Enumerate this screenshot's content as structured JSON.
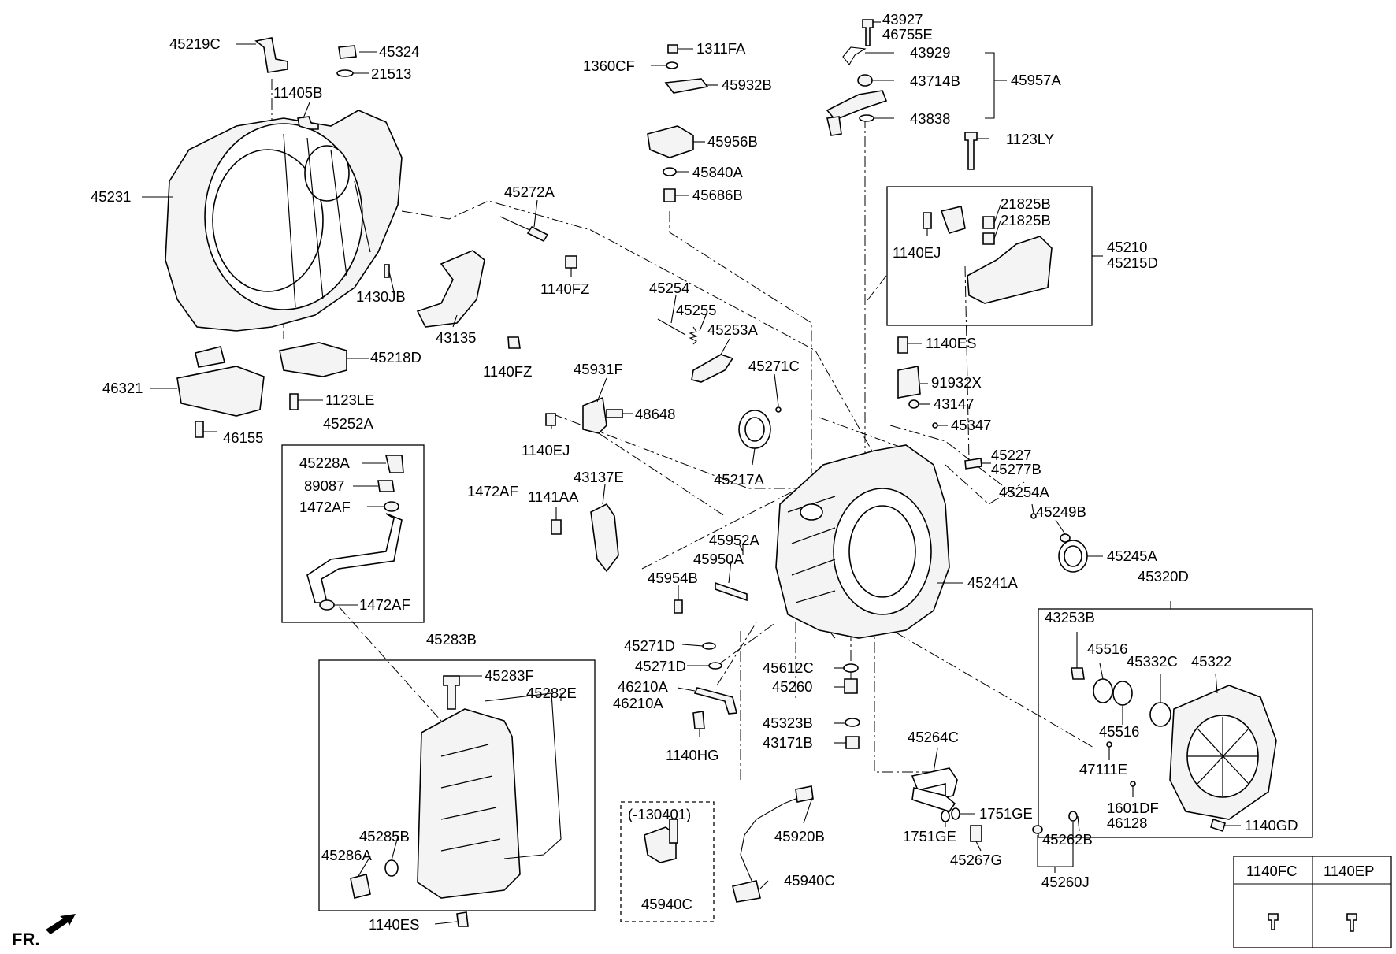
{
  "labels": {
    "l45219C": "45219C",
    "l45324": "45324",
    "l21513": "21513",
    "l11405B": "11405B",
    "l45231": "45231",
    "l45272A": "45272A",
    "l1140FZ_a": "1140FZ",
    "l1430JB": "1430JB",
    "l43135": "43135",
    "l1140FZ_b": "1140FZ",
    "l45218D": "45218D",
    "l46321": "46321",
    "l1123LE": "1123LE",
    "l46155": "46155",
    "l45252A": "45252A",
    "l45228A": "45228A",
    "l89087": "89087",
    "l1472AF_a": "1472AF",
    "l1472AF_b": "1472AF",
    "l1472AF_c": "1472AF",
    "l45283B": "45283B",
    "l45283F": "45283F",
    "l45282E": "45282E",
    "l45285B": "45285B",
    "l45286A": "45286A",
    "l1140ES_a": "1140ES",
    "l1311FA": "1311FA",
    "l1360CF": "1360CF",
    "l45932B": "45932B",
    "l45956B": "45956B",
    "l45840A": "45840A",
    "l45686B": "45686B",
    "l45254": "45254",
    "l45255": "45255",
    "l45253A": "45253A",
    "l45931F": "45931F",
    "l48648": "48648",
    "l1140EJ_a": "1140EJ",
    "l45271C": "45271C",
    "l45217A": "45217A",
    "l43137E": "43137E",
    "l1141AA": "1141AA",
    "l45952A": "45952A",
    "l45950A": "45950A",
    "l45954B": "45954B",
    "l45271D_a": "45271D",
    "l45271D_b": "45271D",
    "l46210A_a": "46210A",
    "l46210A_b": "46210A",
    "l1140HG": "1140HG",
    "l130401": "(-130401)",
    "l45940C_a": "45940C",
    "l45920B": "45920B",
    "l45940C_b": "45940C",
    "l43927": "43927",
    "l46755E": "46755E",
    "l43929": "43929",
    "l43714B": "43714B",
    "l43838": "43838",
    "l45957A": "45957A",
    "l1123LY": "1123LY",
    "l21825B_a": "21825B",
    "l21825B_b": "21825B",
    "l1140EJ_b": "1140EJ",
    "l45210": "45210",
    "l45215D": "45215D",
    "l1140ES_b": "1140ES",
    "l91932X": "91932X",
    "l43147": "43147",
    "l45347": "45347",
    "l45227": "45227",
    "l45277B": "45277B",
    "l45254A": "45254A",
    "l45249B": "45249B",
    "l45245A": "45245A",
    "l45241A": "45241A",
    "l45612C": "45612C",
    "l45260": "45260",
    "l45323B": "45323B",
    "l43171B": "43171B",
    "l45264C": "45264C",
    "l1751GE_a": "1751GE",
    "l1751GE_b": "1751GE",
    "l45267G": "45267G",
    "l45262B": "45262B",
    "l45260J": "45260J",
    "l45320D": "45320D",
    "l43253B": "43253B",
    "l45516_a": "45516",
    "l45332C": "45332C",
    "l45322": "45322",
    "l45516_b": "45516",
    "l47111E": "47111E",
    "l1601DF": "1601DF",
    "l46128": "46128",
    "l1140GD": "1140GD",
    "l1140FC": "1140FC",
    "l1140EP": "1140EP"
  },
  "direction": {
    "label": "FR.",
    "arrow": "fr-arrow-icon"
  }
}
